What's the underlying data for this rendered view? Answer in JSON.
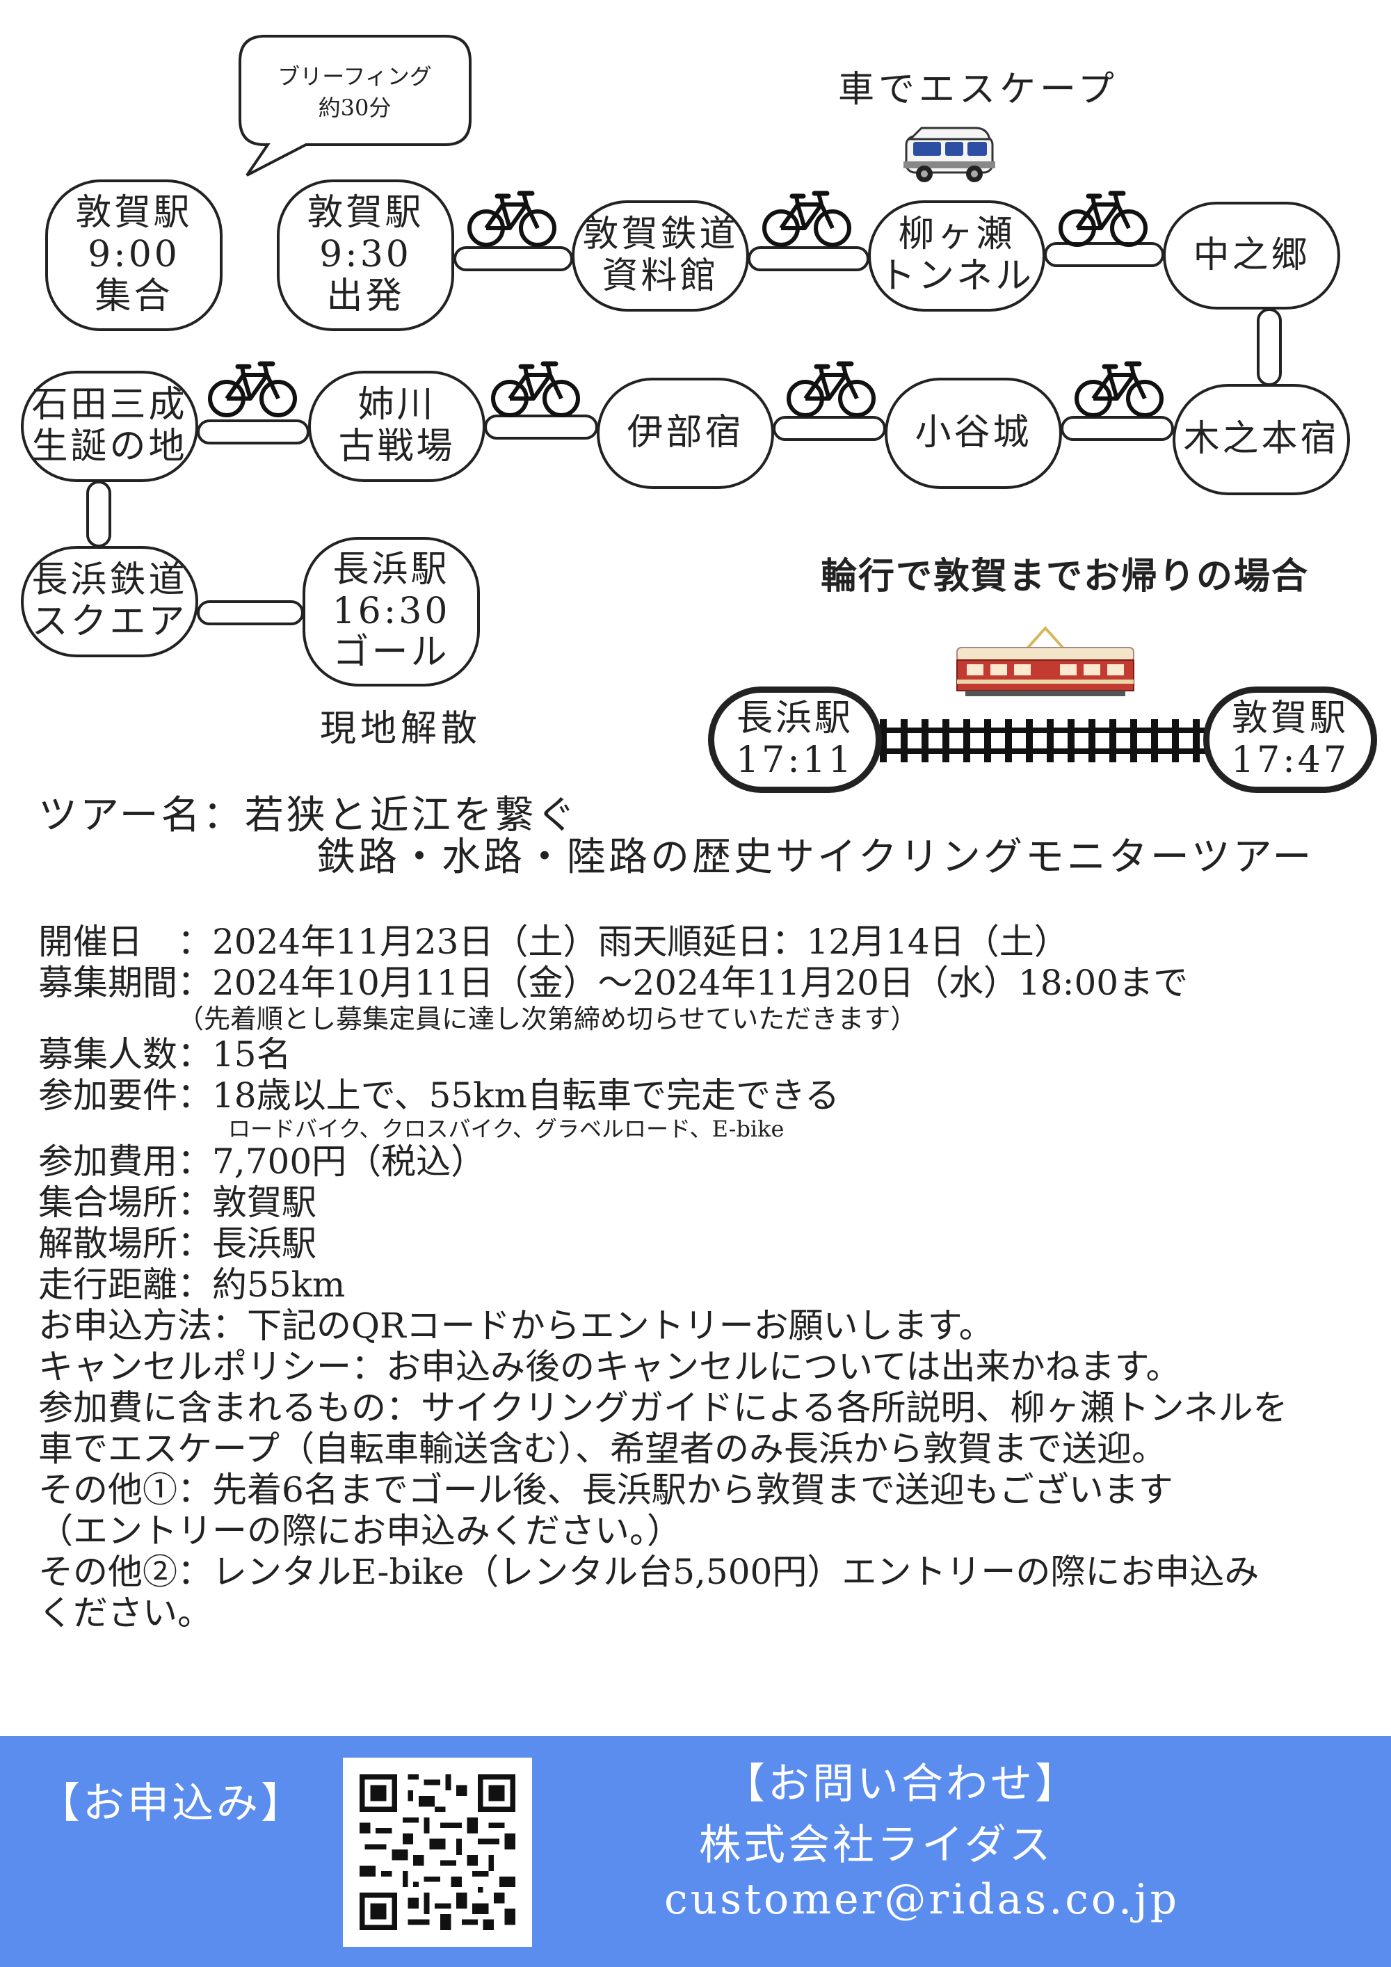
{
  "map": {
    "briefing": "ブリーフィング\n約30分",
    "car_escape": "車でエスケープ",
    "nodes": {
      "tsuruga_meet": "敦賀駅\n9:00\n集合",
      "tsuruga_depart": "敦賀駅\n9:30\n出発",
      "railway_museum": "敦賀鉄道\n資料館",
      "yanagase": "柳ヶ瀬\nトンネル",
      "nakanogo": "中之郷",
      "kinomoto": "木之本宿",
      "odani": "小谷城",
      "ibe": "伊部宿",
      "anegawa": "姉川\n古戦場",
      "ishida": "石田三成\n生誕の地",
      "nagahama_square": "長浜鉄道\nスクエア",
      "nagahama_goal": "長浜駅\n16:30\nゴール"
    },
    "dismiss": "現地解散",
    "return_title": "輪行で敦賀までお帰りの場合",
    "return_from": "長浜駅\n17:11",
    "return_to": "敦賀駅\n17:47"
  },
  "tour": {
    "line1": "ツアー名：若狭と近江を繋ぐ",
    "line2": "鉄路・水路・陸路の歴史サイクリングモニターツアー"
  },
  "info": {
    "date": "開催日　：2024年11月23日（土）雨天順延日：12月14日（土）",
    "period": "募集期間：2024年10月11日（金）〜2024年11月20日（水）18:00まで",
    "period_note": "（先着順とし募集定員に達し次第締め切らせていただきます）",
    "capacity": "募集人数：15名",
    "requirement": "参加要件：18歳以上で、55km自転車で完走できる",
    "requirement_note": "ロードバイク、クロスバイク、グラベルロード、E-bike",
    "fee": "参加費用：7,700円（税込）",
    "meeting_place": "集合場所：敦賀駅",
    "dismiss_place": "解散場所：長浜駅",
    "distance": "走行距離：約55km",
    "apply_method": "お申込方法：下記のQRコードからエントリーお願いします。",
    "cancel_policy": "キャンセルポリシー：お申込み後のキャンセルについては出来かねます。",
    "included_1": "参加費に含まれるもの：サイクリングガイドによる各所説明、柳ヶ瀬トンネルを",
    "included_2": "車でエスケープ（自転車輸送含む）、希望者のみ長浜から敦賀まで送迎。",
    "other1_1": "その他①：先着6名までゴール後、長浜駅から敦賀まで送迎もございます",
    "other1_2": "（エントリーの際にお申込みください。）",
    "other2_1": "その他②：レンタルE-bike（レンタル台5,500円）エントリーの際にお申込み",
    "other2_2": "ください。"
  },
  "footer": {
    "apply_label": "【お申込み】",
    "contact_label": "【お問い合わせ】",
    "company": "株式会社ライダス",
    "email": "customer@ridas.co.jp"
  },
  "colors": {
    "footer_bg": "#5b8def",
    "tram_body": "#c23a30",
    "tram_top": "#f3e6c8"
  }
}
